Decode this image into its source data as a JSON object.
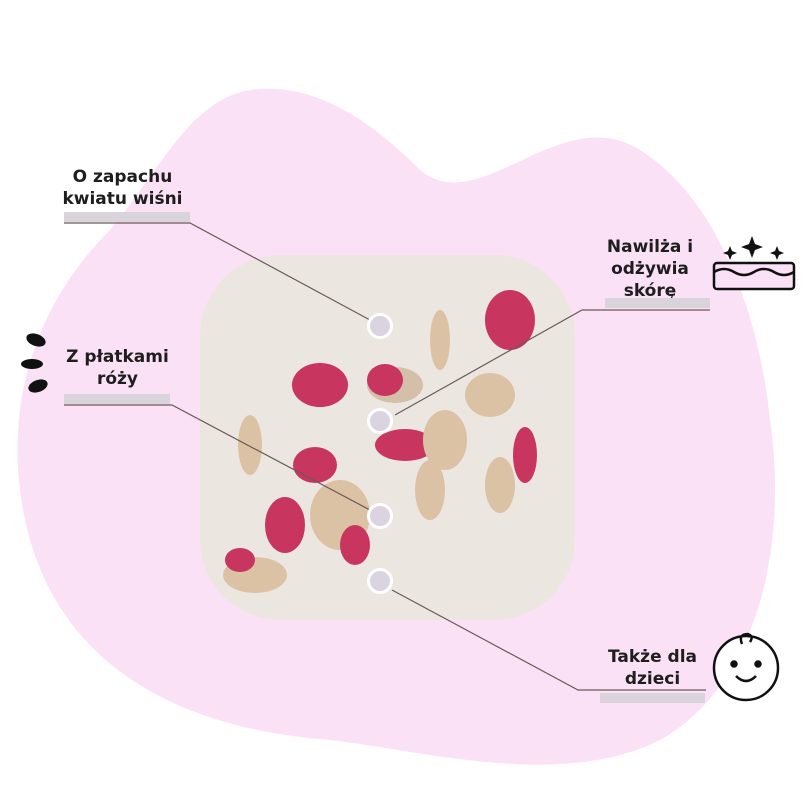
{
  "colors": {
    "blob": "#fbe1f6",
    "soap": "#ece6e1",
    "line": "#6b5a5a",
    "bar": "#d9d4dc",
    "petal": "#c8365f",
    "petal_light": "#dcc2a4"
  },
  "features": [
    {
      "lines": [
        "O zapachu",
        "kwiatu wiśni"
      ]
    },
    {
      "lines": [
        "Nawilża i",
        "odżywia",
        "skórę"
      ],
      "icon": "moisturized-skin-icon"
    },
    {
      "lines": [
        "Z płatkami",
        "róży"
      ],
      "icon": "petals-icon"
    },
    {
      "lines": [
        "Także dla",
        "dzieci"
      ],
      "icon": "baby-face-icon"
    }
  ]
}
